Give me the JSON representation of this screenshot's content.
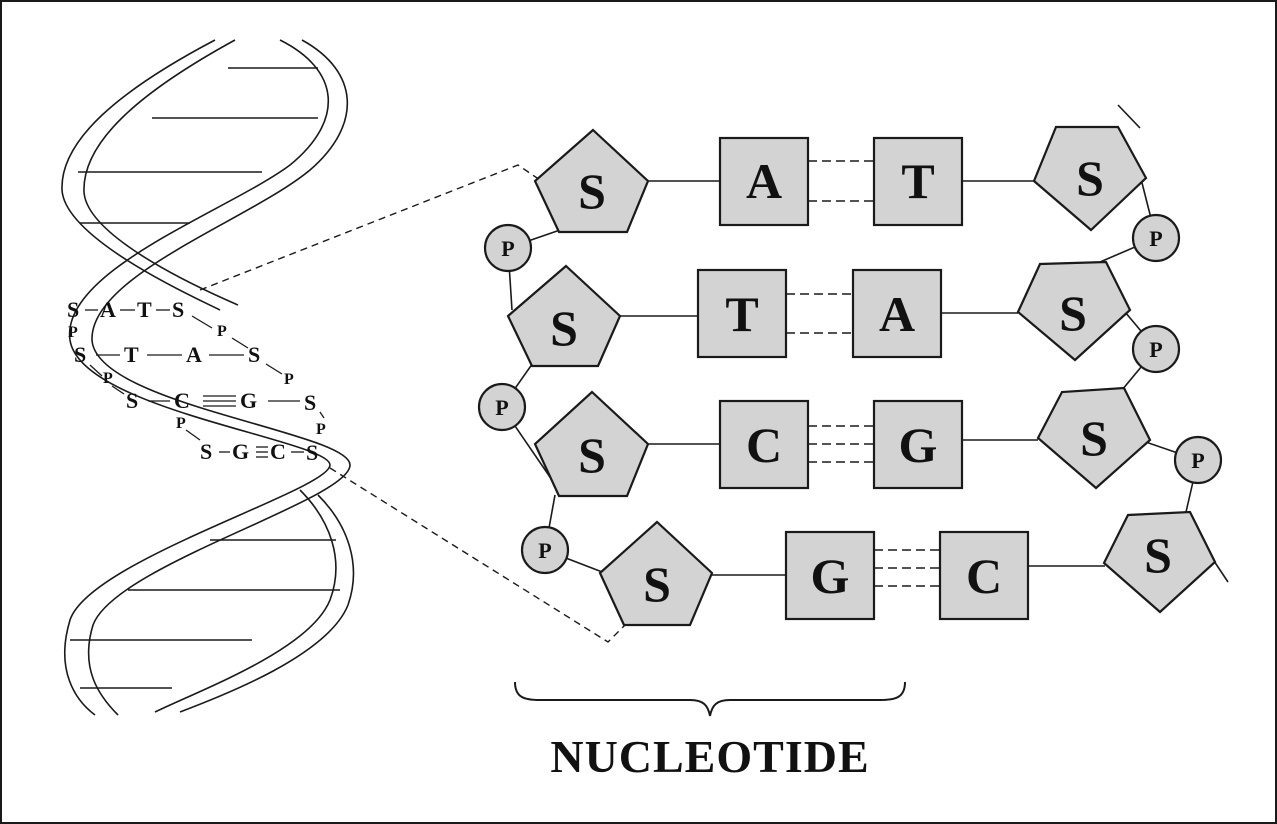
{
  "helix_inset": {
    "rows": [
      {
        "left_sugar": "S",
        "left_base": "A",
        "right_base": "T",
        "right_sugar": "S"
      },
      {
        "left_sugar": "S",
        "left_base": "T",
        "right_base": "A",
        "right_sugar": "S"
      },
      {
        "left_sugar": "S",
        "left_base": "C",
        "right_base": "G",
        "right_sugar": "S"
      },
      {
        "left_sugar": "S",
        "left_base": "G",
        "right_base": "C",
        "right_sugar": "S"
      }
    ],
    "phosphate_label": "P"
  },
  "pairs": [
    {
      "left_sugar": "S",
      "left_base": "A",
      "right_base": "T",
      "right_sugar": "S",
      "hydrogen_bonds": 2
    },
    {
      "left_sugar": "S",
      "left_base": "T",
      "right_base": "A",
      "right_sugar": "S",
      "hydrogen_bonds": 2
    },
    {
      "left_sugar": "S",
      "left_base": "C",
      "right_base": "G",
      "right_sugar": "S",
      "hydrogen_bonds": 3
    },
    {
      "left_sugar": "S",
      "left_base": "G",
      "right_base": "C",
      "right_sugar": "S",
      "hydrogen_bonds": 3
    }
  ],
  "phosphate_label": "P",
  "caption": "NUCLEOTIDE",
  "colors": {
    "fill": "#d3d3d3",
    "stroke": "#1a1a1a"
  }
}
